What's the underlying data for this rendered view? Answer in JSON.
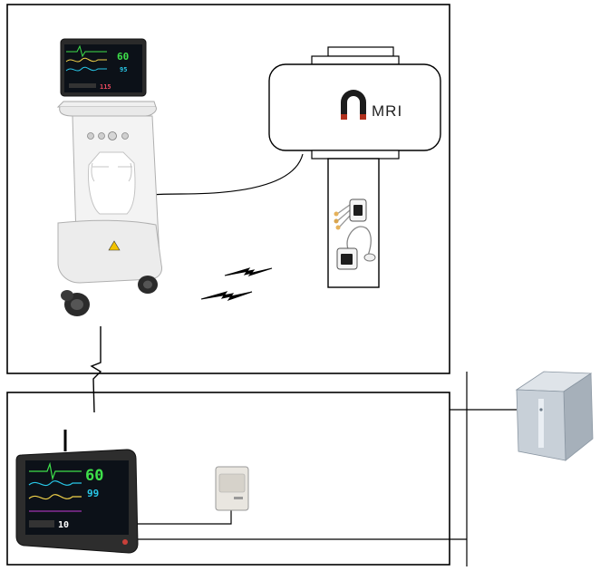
{
  "mri": {
    "label": "MRI"
  },
  "bedside_monitor": {
    "hr": "60",
    "spo2": "95",
    "bp": "115"
  },
  "central_monitor": {
    "hr": "60",
    "spo2": "99",
    "bp": "10"
  },
  "colors": {
    "line": "#000000",
    "monitor_hr": "#3ee04a",
    "monitor_spo2": "#28c8e8",
    "server": "#b9c2cb"
  }
}
